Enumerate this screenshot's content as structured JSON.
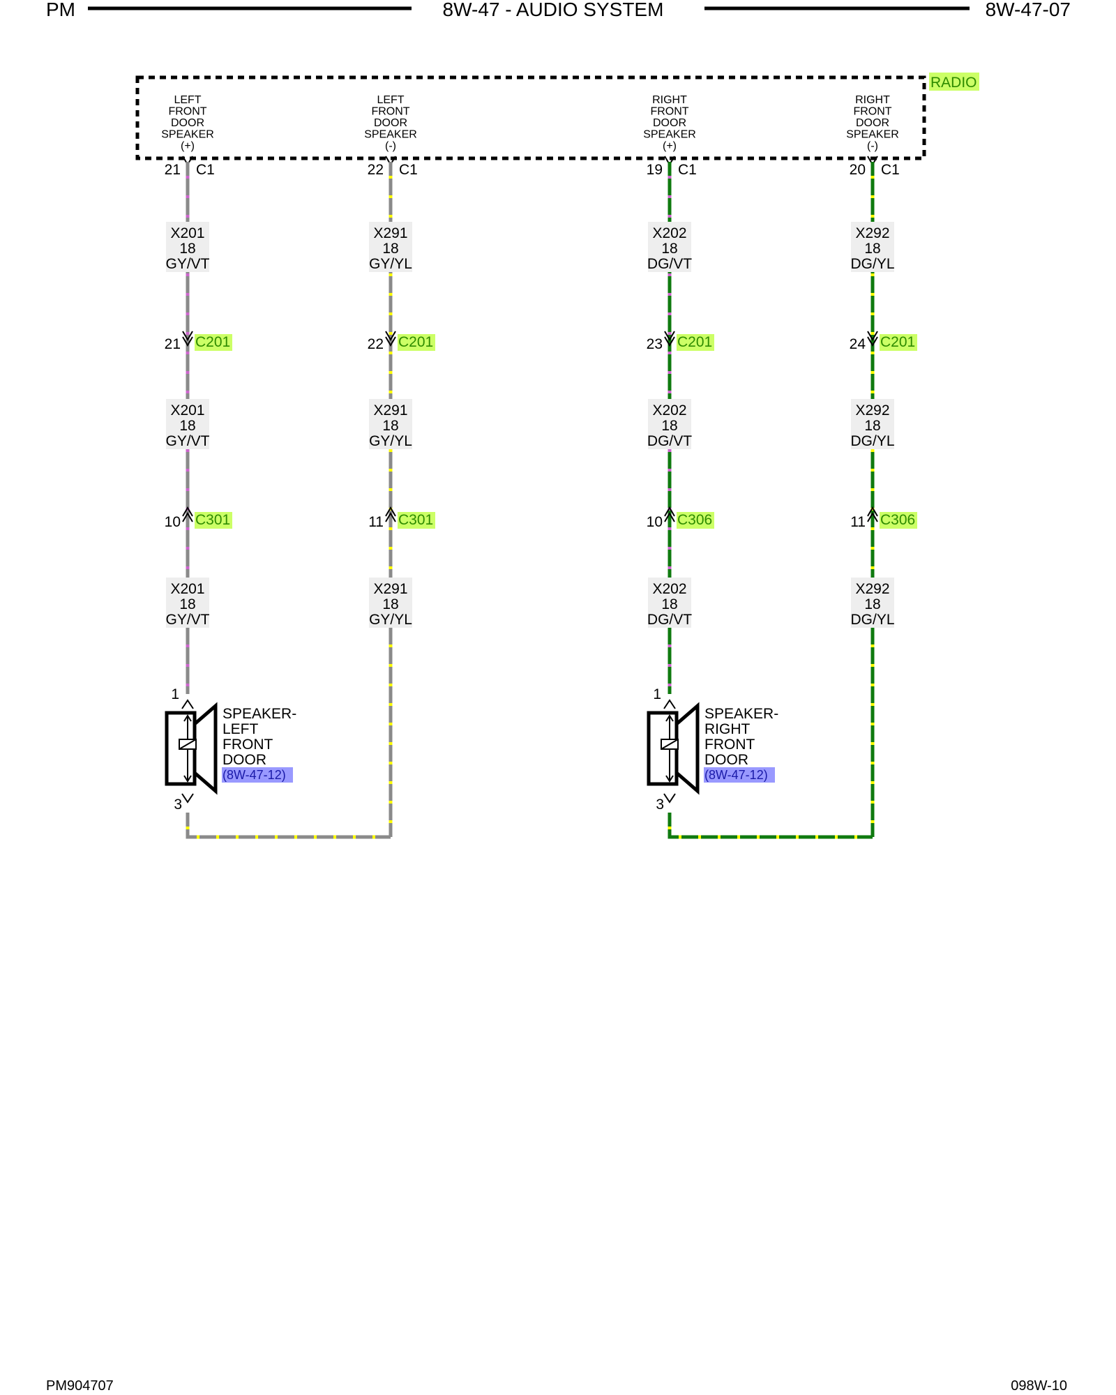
{
  "header": {
    "left": "PM",
    "title": "8W-47 - AUDIO SYSTEM",
    "right": "8W-47-07"
  },
  "footer": {
    "left": "PM904707",
    "right": "098W-10"
  },
  "radio": {
    "label": "RADIO",
    "connector": "C1",
    "terminals": [
      {
        "lines": [
          "LEFT",
          "FRONT",
          "DOOR",
          "SPEAKER",
          "(+)"
        ],
        "pin": "21"
      },
      {
        "lines": [
          "LEFT",
          "FRONT",
          "DOOR",
          "SPEAKER",
          "(-)"
        ],
        "pin": "22"
      },
      {
        "lines": [
          "RIGHT",
          "FRONT",
          "DOOR",
          "SPEAKER",
          "(+)"
        ],
        "pin": "19"
      },
      {
        "lines": [
          "RIGHT",
          "FRONT",
          "DOOR",
          "SPEAKER",
          "(-)"
        ],
        "pin": "20"
      }
    ]
  },
  "circuits": [
    {
      "circuit": "X201",
      "gauge": "18",
      "color": "GY/VT",
      "base": "#8a8a8a",
      "tracer": "#cc66cc",
      "inline": [
        {
          "pin": "21",
          "connector": "C201"
        },
        {
          "pin": "10",
          "connector": "C301"
        }
      ]
    },
    {
      "circuit": "X291",
      "gauge": "18",
      "color": "GY/YL",
      "base": "#8a8a8a",
      "tracer": "#ffff00",
      "inline": [
        {
          "pin": "22",
          "connector": "C201"
        },
        {
          "pin": "11",
          "connector": "C301"
        }
      ]
    },
    {
      "circuit": "X202",
      "gauge": "18",
      "color": "DG/VT",
      "base": "#0f7a0f",
      "tracer": "#cc66cc",
      "inline": [
        {
          "pin": "23",
          "connector": "C201"
        },
        {
          "pin": "10",
          "connector": "C306"
        }
      ]
    },
    {
      "circuit": "X292",
      "gauge": "18",
      "color": "DG/YL",
      "base": "#0f7a0f",
      "tracer": "#ffff00",
      "inline": [
        {
          "pin": "24",
          "connector": "C201"
        },
        {
          "pin": "11",
          "connector": "C306"
        }
      ]
    }
  ],
  "speakers": [
    {
      "lines": [
        "SPEAKER-",
        "LEFT",
        "FRONT",
        "DOOR"
      ],
      "ref": "(8W-47-12)",
      "pin_top": "1",
      "pin_bottom": "3"
    },
    {
      "lines": [
        "SPEAKER-",
        "RIGHT",
        "FRONT",
        "DOOR"
      ],
      "ref": "(8W-47-12)",
      "pin_top": "1",
      "pin_bottom": "3"
    }
  ],
  "colors": {
    "connector_highlight": "#ccff66",
    "connector_text": "#2e8b00",
    "ref_highlight": "#9999ff",
    "label_box": "#eeeeee"
  }
}
